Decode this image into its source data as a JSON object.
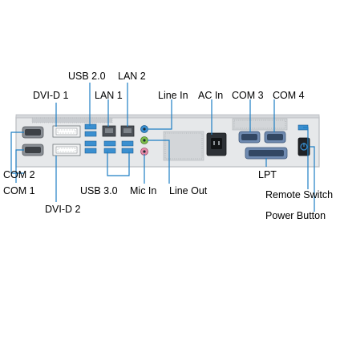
{
  "colors": {
    "callout_line": "#1f7fc4",
    "port_blue": "#3a8fd0",
    "panel": "#e6e8ea",
    "panel_edge": "#b9bcc0",
    "label": "#000000"
  },
  "labels": {
    "usb20": "USB 2.0",
    "lan2": "LAN 2",
    "dvid1": "DVI-D 1",
    "lan1": "LAN 1",
    "line_in": "Line In",
    "ac_in": "AC In",
    "com3": "COM 3",
    "com4": "COM 4",
    "com2": "COM 2",
    "com1": "COM 1",
    "lpt": "LPT",
    "usb30": "USB 3.0",
    "mic_in": "Mic In",
    "line_out": "Line Out",
    "dvid2": "DVI-D 2",
    "remote_switch": "Remote Switch",
    "power_button": "Power Button"
  },
  "icons": {
    "power": "power-icon",
    "ac_socket": "ac-socket-icon",
    "audio_jack": "audio-jack-icon"
  }
}
